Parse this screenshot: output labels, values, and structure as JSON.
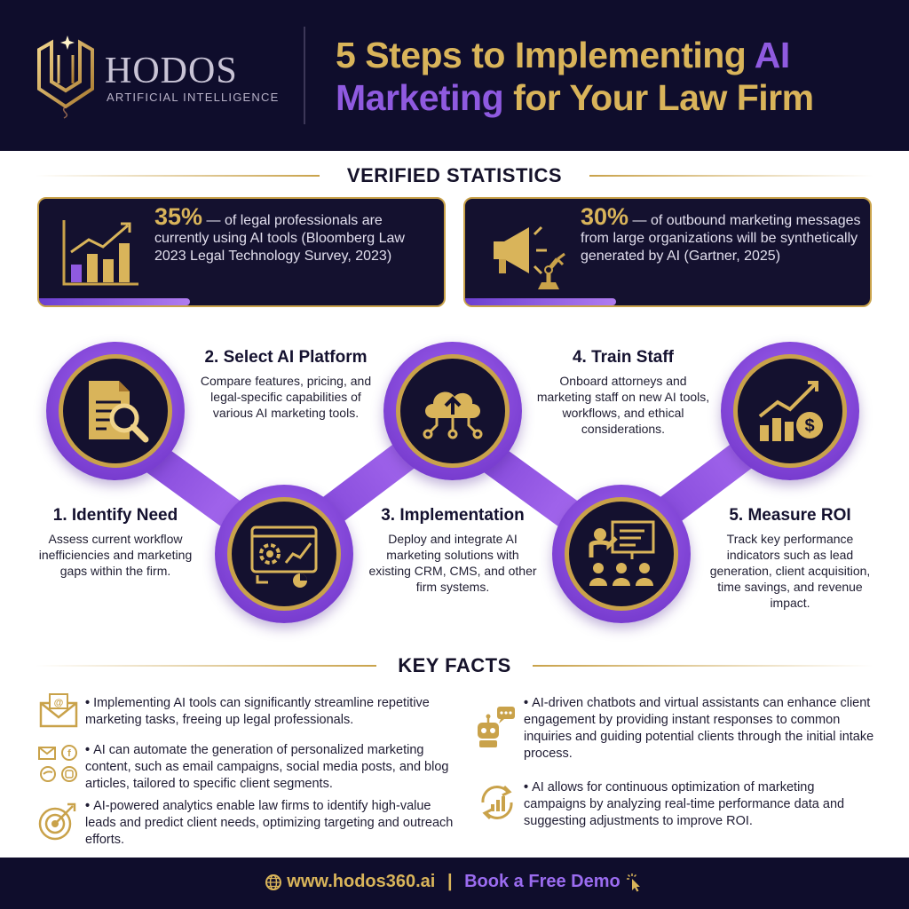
{
  "brand": {
    "name": "HODOS",
    "subtitle": "ARTIFICIAL INTELLIGENCE"
  },
  "title": {
    "line1_gold": "5 Steps to Implementing",
    "line1_purple": "AI",
    "line2_purple": "Marketing",
    "line2_gold": "for Your Law Firm"
  },
  "stats": {
    "heading": "VERIFIED STATISTICS",
    "items": [
      {
        "value": "35%",
        "text": "— of legal professionals are currently using AI tools (Bloomberg Law 2023 Legal Technology Survey, 2023)",
        "icon": "bar-chart-icon"
      },
      {
        "value": "30%",
        "text": "— of outbound marketing messages from large organizations will be synthetically generated by AI (Gartner, 2025)",
        "icon": "megaphone-robot-icon"
      }
    ]
  },
  "steps": [
    {
      "title": "1. Identify Need",
      "desc": "Assess current workflow inefficiencies and marketing gaps within the firm.",
      "icon": "document-search-icon"
    },
    {
      "title": "2. Select AI Platform",
      "desc": "Compare features, pricing, and legal-specific capabilities of various AI marketing tools.",
      "icon": "dashboard-gear-icon"
    },
    {
      "title": "3. Implementation",
      "desc": "Deploy and integrate AI marketing solutions with existing CRM, CMS, and other firm systems.",
      "icon": "cloud-upload-icon"
    },
    {
      "title": "4. Train Staff",
      "desc": "Onboard attorneys and marketing staff on new AI tools, workflows, and ethical considerations.",
      "icon": "presentation-icon"
    },
    {
      "title": "5. Measure ROI",
      "desc": "Track key performance indicators such as lead generation, client acquisition, time savings, and revenue impact.",
      "icon": "growth-dollar-icon"
    }
  ],
  "facts": {
    "heading": "KEY FACTS",
    "items": [
      {
        "text": "Implementing AI tools can significantly streamline repetitive marketing tasks, freeing up legal professionals.",
        "icon": "email-icon"
      },
      {
        "text": "AI can automate the generation of personalized marketing content, such as email campaigns, social media posts, and blog articles, tailored to specific client segments.",
        "icon": "social-media-icon"
      },
      {
        "text": "AI-powered analytics enable law firms to identify high-value leads and predict client needs, optimizing targeting and outreach efforts.",
        "icon": "target-icon"
      },
      {
        "text": "AI-driven chatbots and virtual assistants can enhance client engagement by providing instant responses to common inquiries and guiding potential clients through the initial intake process.",
        "icon": "chatbot-icon"
      },
      {
        "text": "AI allows for continuous optimization of marketing campaigns by analyzing real-time performance data and suggesting adjustments to improve ROI.",
        "icon": "optimization-icon"
      }
    ]
  },
  "footer": {
    "url": "www.hodos360.ai",
    "separator": "|",
    "cta": "Book a Free Demo"
  },
  "colors": {
    "navy": "#0f0d2c",
    "gold": "#d9b45a",
    "purple": "#8f5ae0"
  }
}
